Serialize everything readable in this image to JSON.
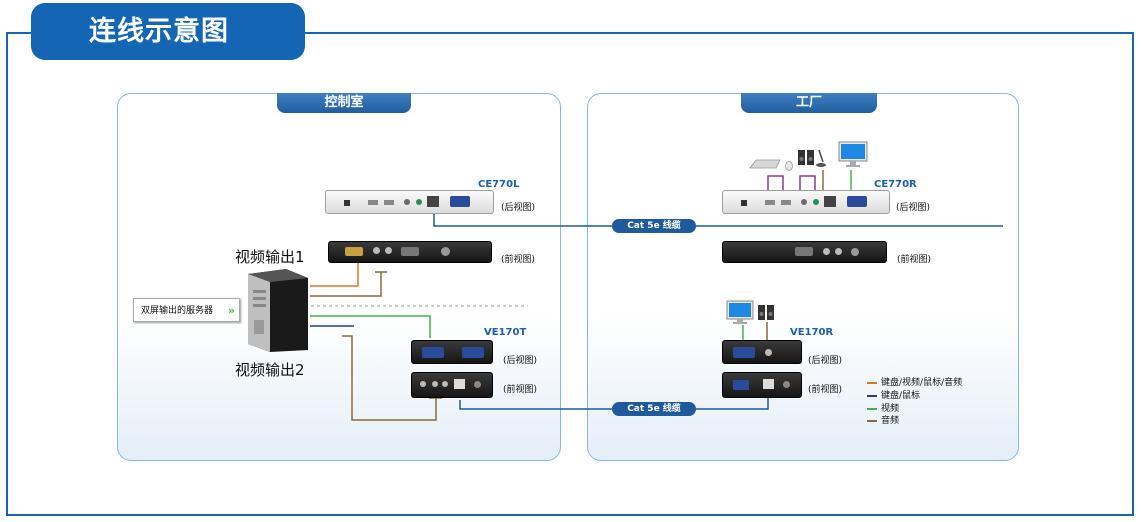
{
  "title": "连线示意图",
  "sections": {
    "control_room": "控制室",
    "factory": "工厂"
  },
  "devices": {
    "ce770l": "CE770L",
    "ce770r": "CE770R",
    "ve170t": "VE170T",
    "ve170r": "VE170R"
  },
  "views": {
    "rear": "(后视图)",
    "front": "(前视图)"
  },
  "video_out_1": "视频输出1",
  "video_out_2": "视频输出2",
  "server_label": "双屏输出的服务器",
  "cable_label": "Cat 5e 线缆",
  "legend": [
    {
      "label": "键盘/视频/鼠标/音频",
      "color": "#d97a2b"
    },
    {
      "label": "键盘/鼠标",
      "color": "#2a3f8f"
    },
    {
      "label": "视频",
      "color": "#4caf50"
    },
    {
      "label": "音频",
      "color": "#8a6a3a"
    }
  ],
  "colors": {
    "brand_blue": "#1466b4",
    "cable_blue": "#1e5a9c"
  }
}
